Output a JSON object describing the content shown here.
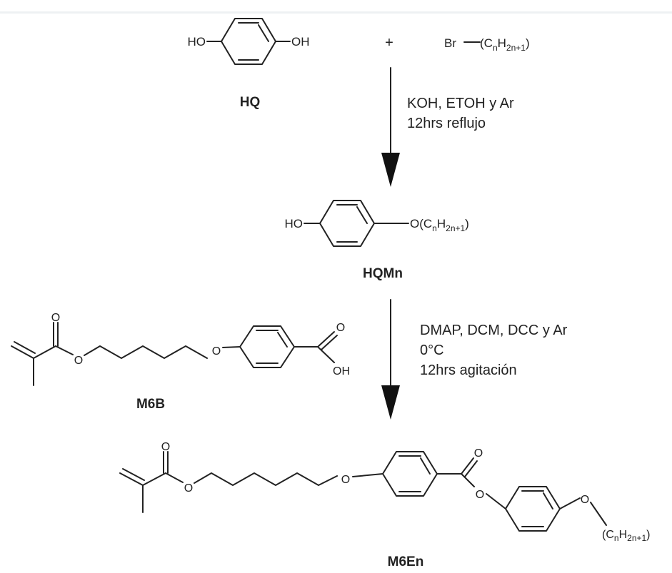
{
  "compounds": {
    "hq": {
      "name": "HQ",
      "left_group": "HO",
      "right_group": "OH"
    },
    "bromoalkane": {
      "prefix": "Br",
      "chain": "(C",
      "n": "n",
      "h": "H",
      "sub": "2n+1",
      "close": ")"
    },
    "hqmn": {
      "name": "HQMn",
      "left_group": "HO",
      "right_group": "O(C",
      "n": "n",
      "h": "H",
      "sub": "2n+1",
      "close": ")"
    },
    "m6b": {
      "name": "M6B",
      "carbonyl_o": "O",
      "ester_o": "O",
      "ether_o": "O",
      "acid_o": "O",
      "acid_oh": "OH"
    },
    "m6en": {
      "name": "M6En",
      "carbonyl_o": "O",
      "ester_o": "O",
      "ether_o": "O",
      "carbonyl2_o": "O",
      "ester2_o": "O",
      "ether2_o": "O",
      "chain": "(C",
      "n": "n",
      "h": "H",
      "sub": "2n+1",
      "close": ")"
    }
  },
  "plus_sign": "+",
  "step1": {
    "line1": "KOH, ETOH y Ar",
    "line2": "12hrs reflujo"
  },
  "step2": {
    "line1": "DMAP, DCM, DCC y Ar",
    "line2": "0°C",
    "line3": "12hrs agitación"
  }
}
